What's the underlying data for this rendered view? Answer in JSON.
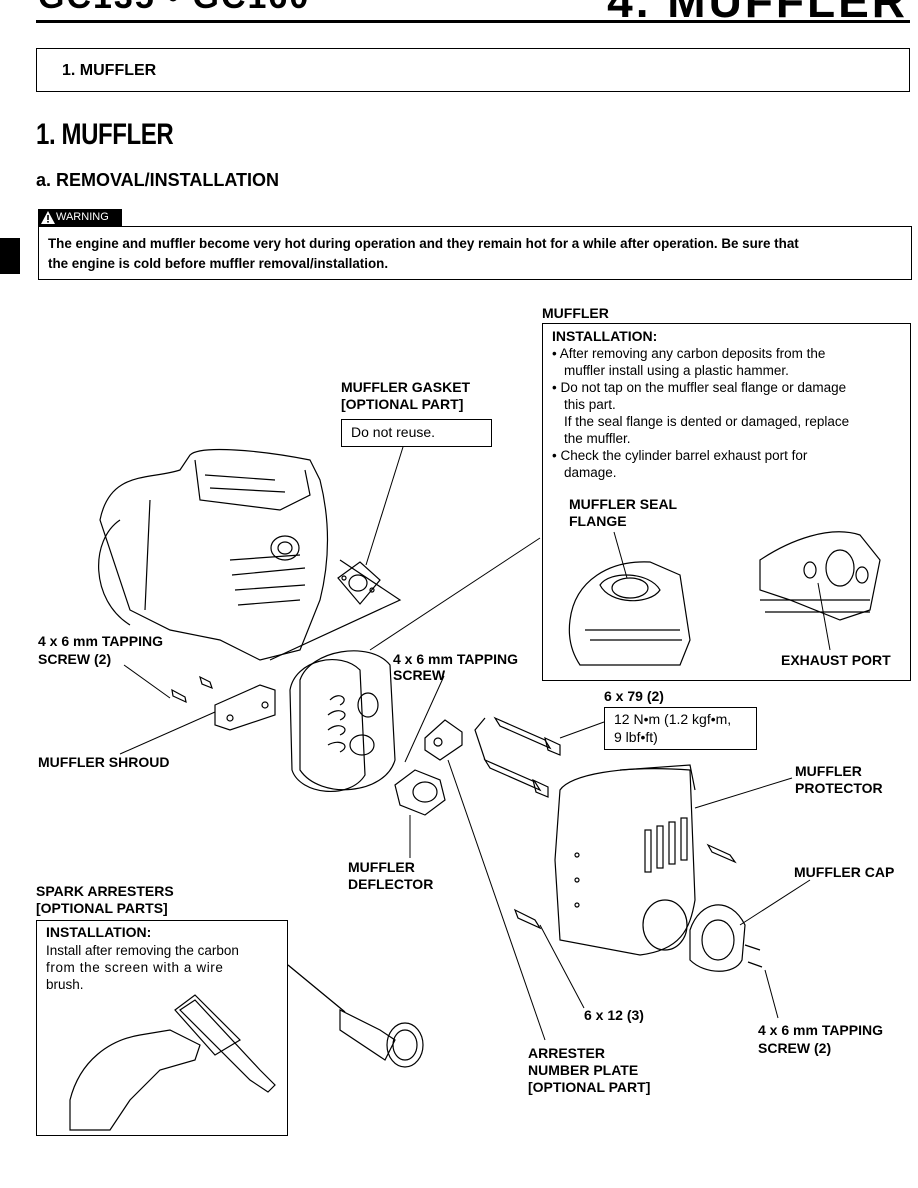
{
  "header": {
    "left": "GC135 • GC160",
    "right": "4. MUFFLER"
  },
  "toc": {
    "item": "1. MUFFLER"
  },
  "section_title": "1. MUFFLER",
  "subsection_title": "a. REMOVAL/INSTALLATION",
  "warning": {
    "tag": "WARNING",
    "line1": "The engine and muffler become very hot during operation and they remain hot for a while after operation. Be sure that",
    "line2": "the engine is cold before muffler removal/installation."
  },
  "muffler_box": {
    "label": "MUFFLER",
    "title": "INSTALLATION:",
    "lines": [
      "• After removing any carbon deposits from the",
      "  muffler install using a plastic hammer.",
      "• Do not tap on the muffler seal flange or damage",
      "  this part.",
      "  If the seal flange is dented or damaged, replace",
      "  the muffler.",
      "• Check the cylinder barrel exhaust port for",
      "  damage."
    ],
    "seal_flange_1": "MUFFLER SEAL",
    "seal_flange_2": "FLANGE",
    "exhaust_port": "EXHAUST PORT"
  },
  "gasket": {
    "label1": "MUFFLER GASKET",
    "label2": "[OPTIONAL PART]",
    "note": "Do not reuse."
  },
  "labels": {
    "tapping_screw_2_a1": "4 x 6 mm TAPPING",
    "tapping_screw_2_a2": "SCREW (2)",
    "tapping_screw_1a": "4 x 6 mm TAPPING",
    "tapping_screw_1b": "SCREW",
    "shroud": "MUFFLER SHROUD",
    "bolt_79": "6 x 79 (2)",
    "torque1": "12 N•m (1.2 kgf•m,",
    "torque2": "9 lbf•ft)",
    "protector1": "MUFFLER",
    "protector2": "PROTECTOR",
    "deflector1": "MUFFLER",
    "deflector2": "DEFLECTOR",
    "cap": "MUFFLER CAP",
    "bolt_12": "6 x 12 (3)",
    "tapping_screw_2_b1": "4 x 6 mm TAPPING",
    "tapping_screw_2_b2": "SCREW (2)",
    "arrester1": "ARRESTER",
    "arrester2": "NUMBER PLATE",
    "arrester3": "[OPTIONAL PART]"
  },
  "spark": {
    "label1": "SPARK ARRESTERS",
    "label2": "[OPTIONAL PARTS]",
    "title": "INSTALLATION:",
    "line1": "Install after removing the carbon",
    "line2": "from the screen with a wire",
    "line3": "brush."
  }
}
